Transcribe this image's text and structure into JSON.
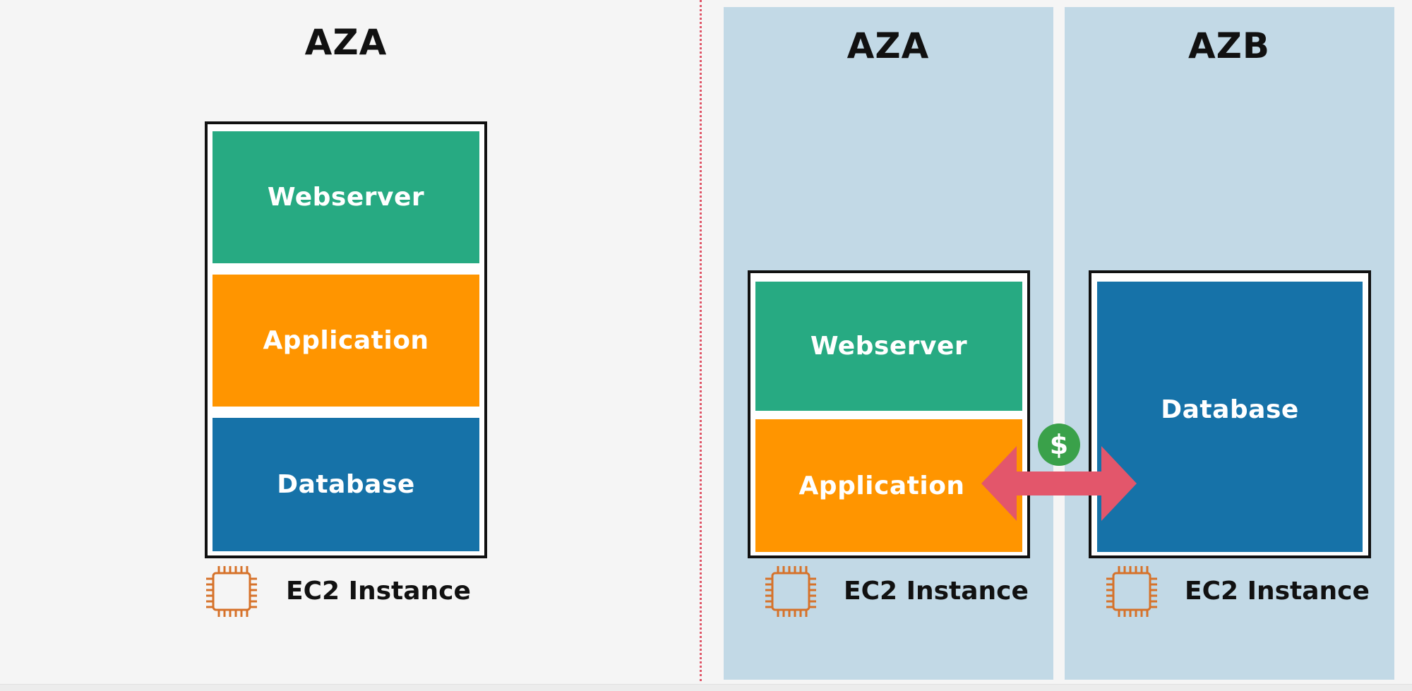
{
  "colors": {
    "webserver": "#27aa82",
    "application": "#ff9500",
    "database": "#1672a8",
    "az_panel": "#c2d9e6",
    "divider": "#e0586a",
    "arrow": "#e3566b",
    "dollar_badge": "#3aa14a",
    "chip_icon": "#d6722a"
  },
  "left": {
    "az_title": "AZA",
    "layers": {
      "webserver": "Webserver",
      "application": "Application",
      "database": "Database"
    },
    "instance_label": "EC2 Instance",
    "icon": "chip-icon"
  },
  "right": {
    "zone_a": {
      "az_title": "AZA",
      "layers": {
        "webserver": "Webserver",
        "application": "Application"
      },
      "instance_label": "EC2 Instance",
      "icon": "chip-icon"
    },
    "zone_b": {
      "az_title": "AZB",
      "layers": {
        "database": "Database"
      },
      "instance_label": "EC2 Instance",
      "icon": "chip-icon"
    },
    "cross_az_transfer": {
      "icon": "double-arrow-icon",
      "cost_symbol": "$"
    }
  }
}
